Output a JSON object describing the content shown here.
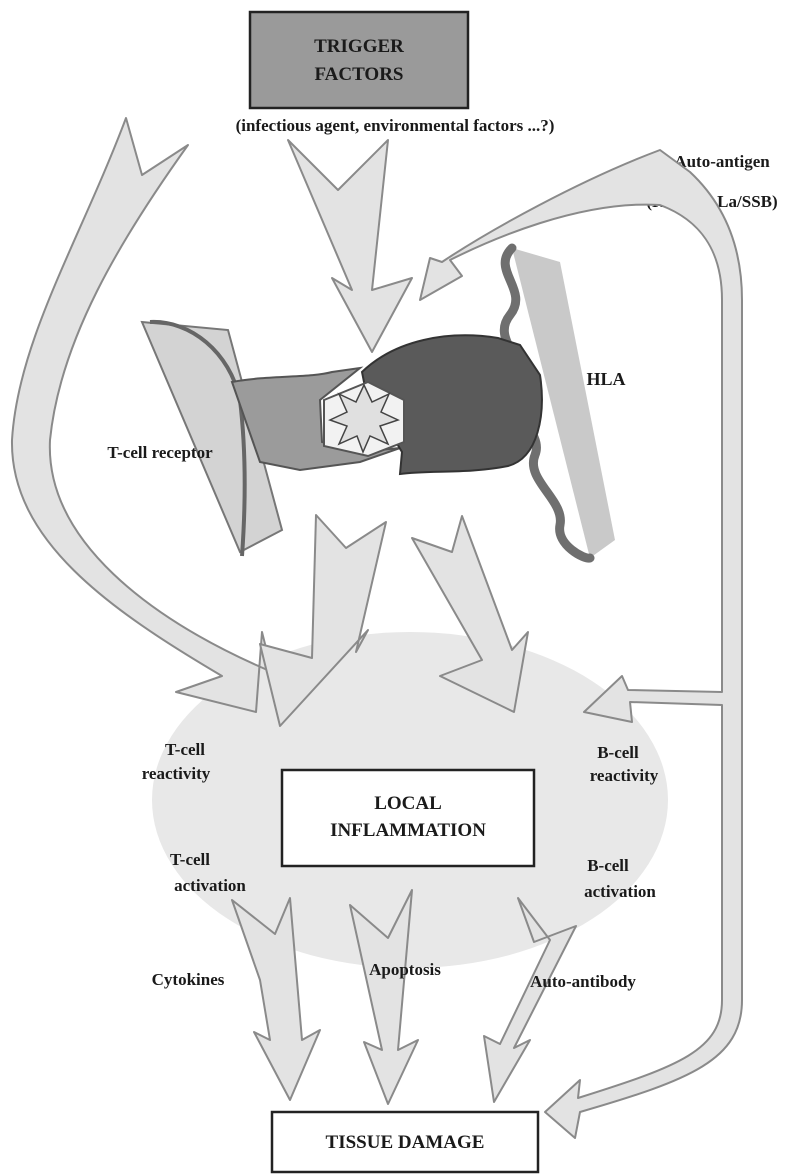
{
  "trigger": {
    "line1": "TRIGGER",
    "line2": "FACTORS",
    "subtitle": "(infectious agent, environmental factors ...?)"
  },
  "auto_antigen": {
    "line1": "Auto-antigen",
    "line2": "(Ro/SSA, La/SSB)"
  },
  "tcell_receptor": "T-cell receptor",
  "hla": "HLA",
  "local_inflammation": {
    "line1": "LOCAL",
    "line2": "INFLAMMATION"
  },
  "t_reactivity": {
    "line1": "T-cell",
    "line2": "reactivity"
  },
  "b_reactivity": {
    "line1": "B-cell",
    "line2": "reactivity"
  },
  "t_activation": {
    "line1": "T-cell",
    "line2": "activation"
  },
  "b_activation": {
    "line1": "B-cell",
    "line2": "activation"
  },
  "mediators": {
    "cytokines": "Cytokines",
    "apoptosis": "Apoptosis",
    "auto_antibody": "Auto-antibody"
  },
  "tissue_damage": "TISSUE DAMAGE",
  "colors": {
    "arrow_fill": "#e3e3e3",
    "trigger_box": "#9a9a9a",
    "tcr": "#9b9b9b",
    "hla_molecule": "#5a5a5a",
    "inflammation_area": "#e8e8e8"
  }
}
